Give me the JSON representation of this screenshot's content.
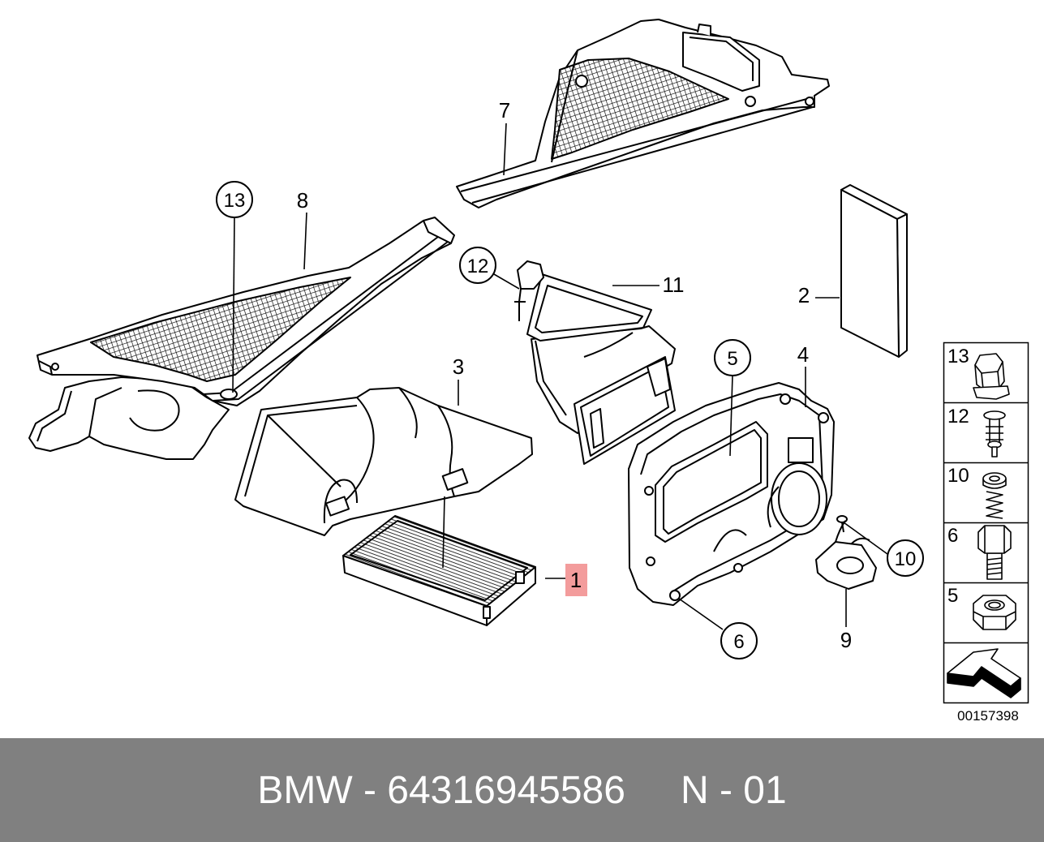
{
  "diagram": {
    "callouts": {
      "part_1": "1",
      "part_2": "2",
      "part_3": "3",
      "part_4": "4",
      "part_5": "5",
      "part_6": "6",
      "part_7": "7",
      "part_8": "8",
      "part_9": "9",
      "part_10": "10",
      "part_11": "11",
      "part_12": "12",
      "part_13": "13"
    },
    "legend": {
      "items": [
        {
          "number": "13",
          "icon": "clip-nut-icon"
        },
        {
          "number": "12",
          "icon": "push-rivet-icon"
        },
        {
          "number": "10",
          "icon": "spring-screw-icon"
        },
        {
          "number": "6",
          "icon": "hex-bolt-icon"
        },
        {
          "number": "5",
          "icon": "hex-nut-icon"
        }
      ],
      "view_icon": "view-direction-arrow-icon",
      "diagram_number": "00157398"
    }
  },
  "footer": {
    "part_reference": "BMW - 64316945586",
    "page_reference": "N - 01"
  },
  "colors": {
    "highlight": "#f39c9c",
    "line_art": "#000000",
    "footer_background": "#808080",
    "footer_text": "#ffffff"
  }
}
